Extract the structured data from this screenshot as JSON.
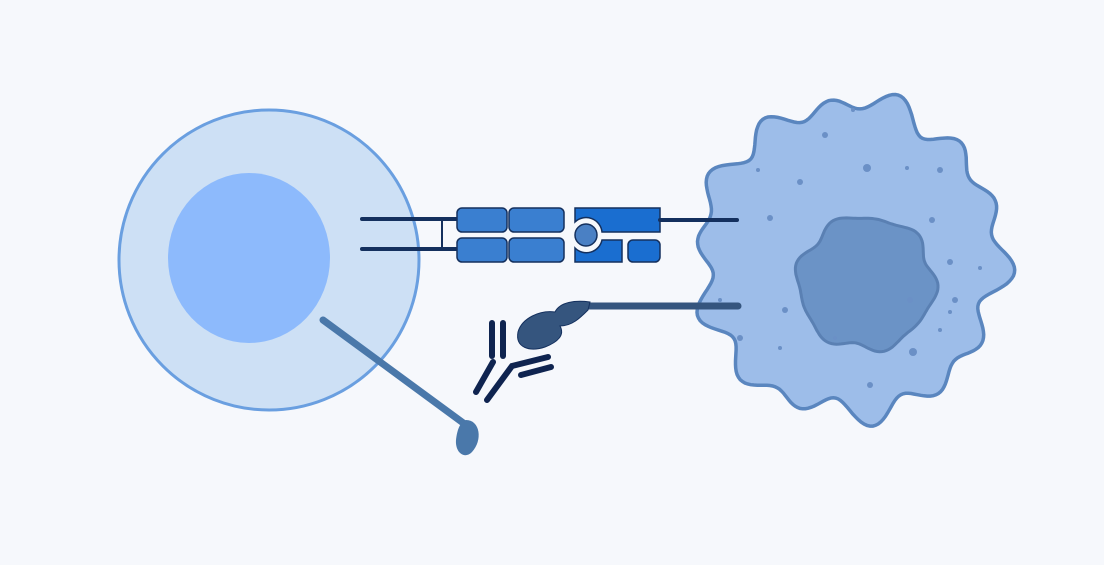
{
  "colors": {
    "background": "#f6f8fc",
    "t_cell_fill": "#cde0f5",
    "t_cell_stroke": "#6a9fe0",
    "t_cell_nucleus": "#8dbafc",
    "cancer_cell_fill": "#9dbde9",
    "cancer_cell_stroke": "#5a86bf",
    "cancer_nucleus": "#6b93c6",
    "receptor_light": "#3a7fd0",
    "receptor_dark": "#1a6ed0",
    "outline": "#14305e",
    "antibody": "#0f2450",
    "ligand": "#35557e",
    "stalk": "#4a78aa"
  },
  "elements": [
    "t-cell",
    "cancer-cell",
    "tcr-mhc-complex",
    "antibody",
    "ligand",
    "receptor-stalk"
  ]
}
